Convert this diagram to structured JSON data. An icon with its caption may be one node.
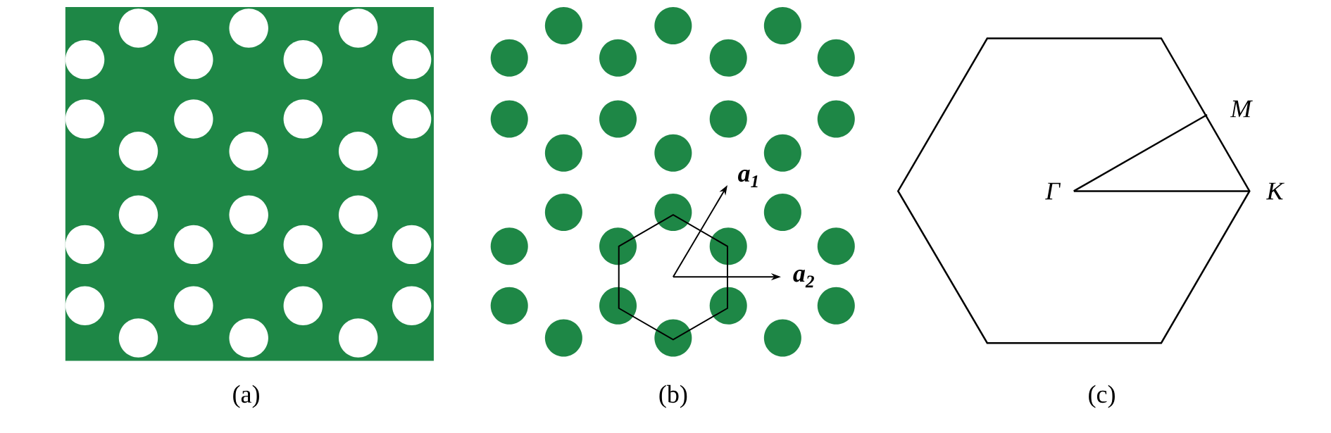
{
  "diagram": {
    "labels": [
      "(a)",
      "(b)",
      "(c)",
      "**a**$_{1}$",
      "**a**$_{2}$",
      "Γ",
      "M",
      "K"
    ]
  }
}
